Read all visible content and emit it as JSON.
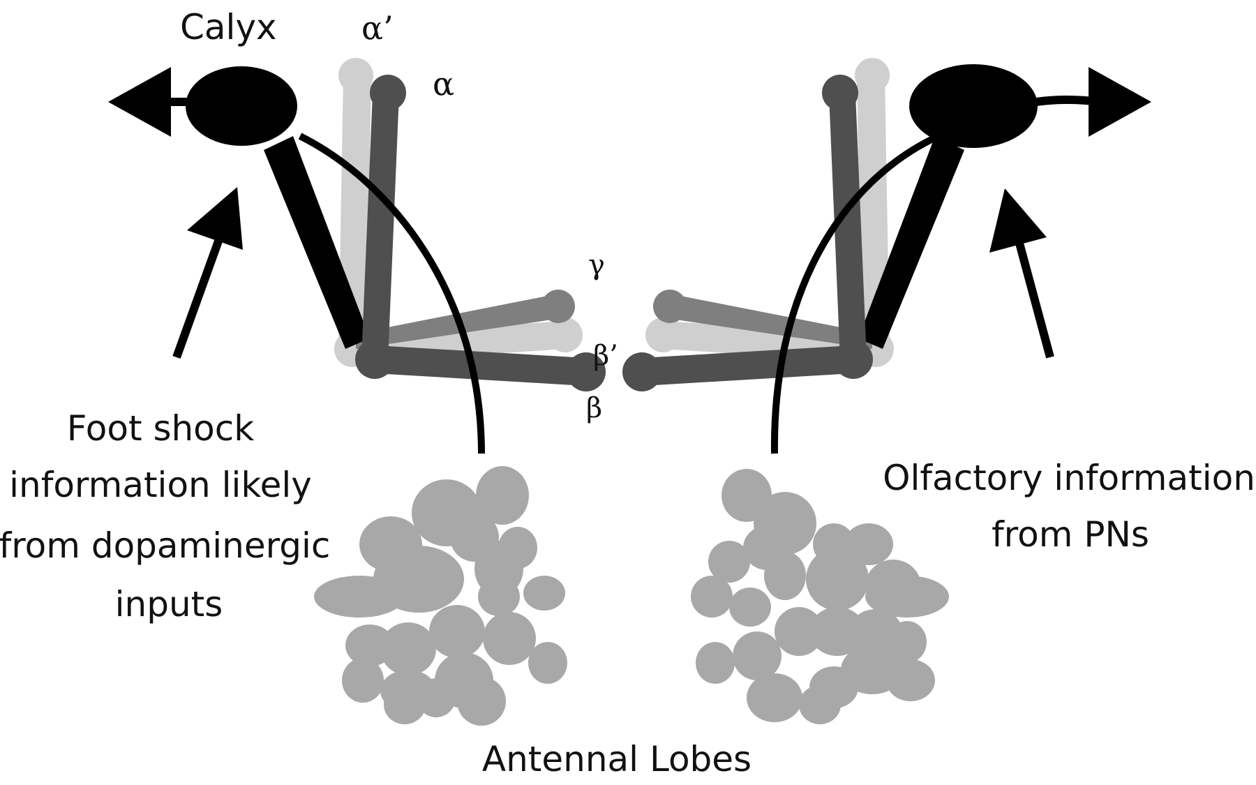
{
  "labels": {
    "calyx": "Calyx",
    "alpha_prime": "α’",
    "alpha": "α",
    "gamma": "γ",
    "beta_prime": "β’",
    "beta": "β",
    "antennal_lobes": "Antennal Lobes"
  },
  "left_caption": [
    "Foot shock",
    "information  likely",
    "from dopaminergic",
    "inputs"
  ],
  "right_caption": [
    "Olfactory information",
    "from PNs"
  ],
  "colors": {
    "calyx": "#000000",
    "lobe_alpha_prime": "#cfcfcf",
    "lobe_alpha": "#4f4f4f",
    "lobe_gamma": "#7f7f7f",
    "antennal_lobe_glomeruli": "#a8a8a8",
    "arrows": "#000000"
  },
  "icons": {
    "left_output_arrow": "arrow-left-icon",
    "right_output_arrow": "arrow-right-icon",
    "left_input_arrow": "arrow-up-icon",
    "right_input_arrow": "arrow-up-icon"
  }
}
